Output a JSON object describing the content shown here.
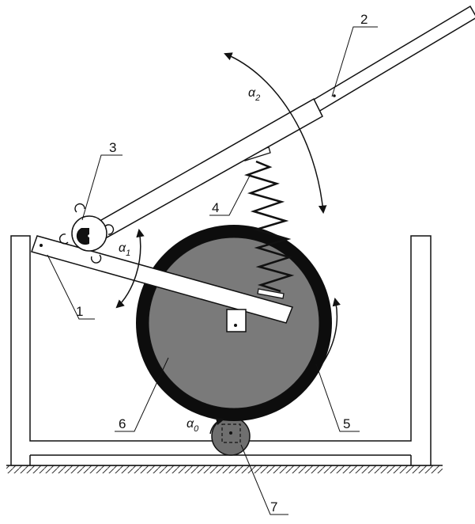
{
  "diagram": {
    "colors": {
      "ink": "#111111",
      "drum_fill": "#7a7a7a",
      "drum_rim": "#0d0d0d",
      "roller_fill": "#6f6f6f",
      "paper": "#ffffff",
      "ground_hatch": "#333333"
    },
    "part_labels": {
      "one": "1",
      "two": "2",
      "three": "3",
      "four": "4",
      "five": "5",
      "six": "6",
      "seven": "7"
    },
    "angle_labels": {
      "alpha_symbol": "α",
      "alpha0_sub": "0",
      "alpha1_sub": "1",
      "alpha2_sub": "2"
    }
  }
}
